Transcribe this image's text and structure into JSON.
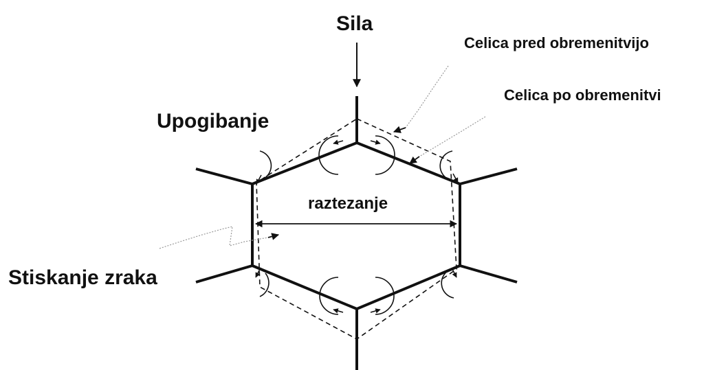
{
  "labels": {
    "force": "Sila",
    "cell_before_load": "Celica pred obremenitvijo",
    "cell_after_load": "Celica po obremenitvi",
    "bending": "Upogibanje",
    "stretching": "raztezanje",
    "air_compression": "Stiskanje zraka"
  },
  "colors": {
    "line": "#111111",
    "leader": "#999999",
    "background": "#ffffff"
  }
}
